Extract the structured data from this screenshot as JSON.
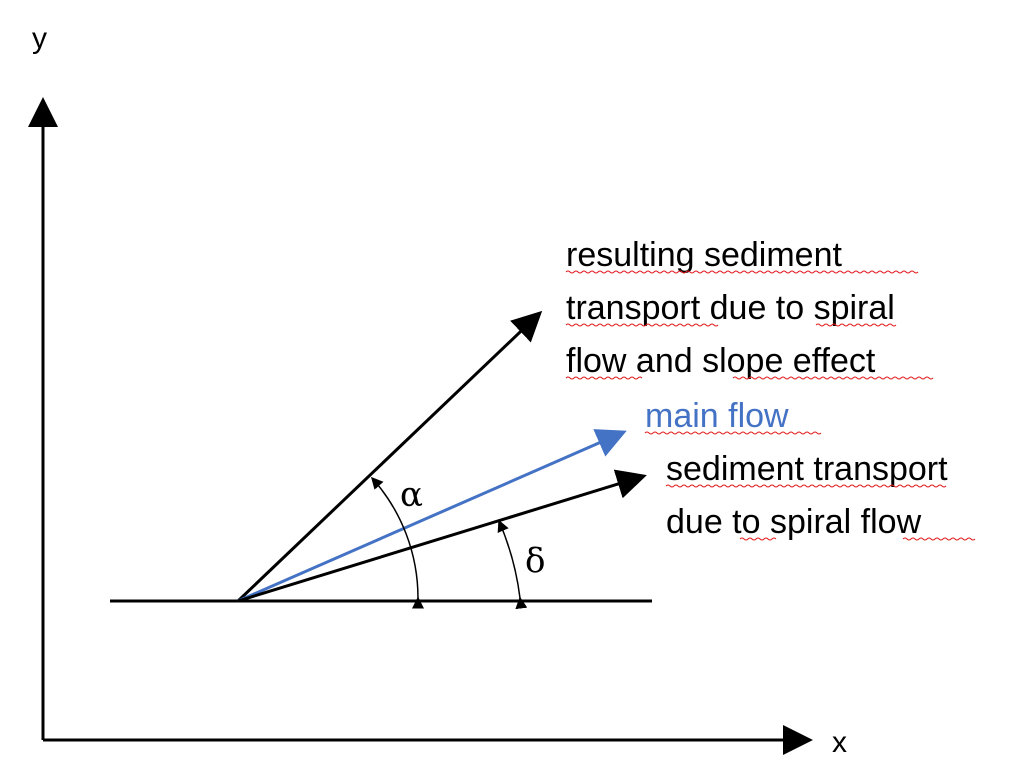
{
  "axes": {
    "x_label": "x",
    "y_label": "y"
  },
  "vectors": {
    "resulting": {
      "lines": [
        "resulting sediment",
        "transport due to spiral",
        "flow and slope effect"
      ]
    },
    "main": {
      "label": "main flow"
    },
    "spiral": {
      "lines": [
        "sediment transport",
        "due to spiral flow"
      ]
    }
  },
  "angles": {
    "alpha": "α",
    "delta": "δ"
  },
  "colors": {
    "main_flow": "#4472c4",
    "lines": "#000000",
    "spellcheck_underline": "#e21a1a"
  }
}
